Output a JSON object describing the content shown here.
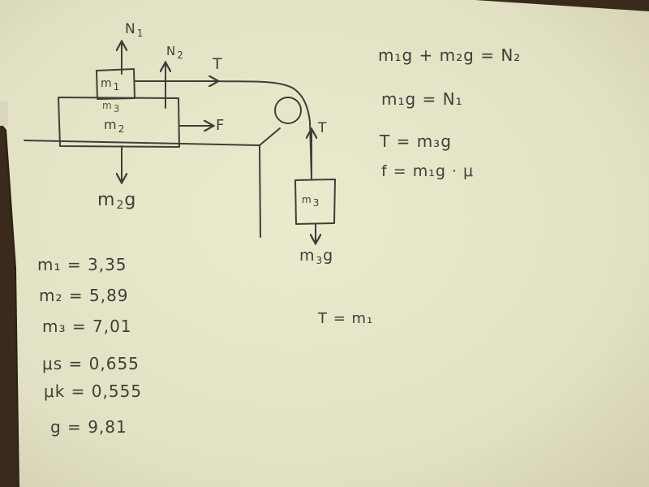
{
  "diagram": {
    "forces": {
      "n1": {
        "sym": "N",
        "idx": "1"
      },
      "n2": {
        "sym": "N",
        "idx": "2"
      },
      "t_top": "T",
      "t_side": "T",
      "f": "F",
      "m2g": {
        "m": "m",
        "idx": "2",
        "g": "g"
      },
      "m3g": {
        "m": "m",
        "idx": "3",
        "g": "g"
      }
    },
    "blocks": {
      "m1": {
        "m": "m",
        "idx": "1"
      },
      "m2": {
        "m": "m",
        "idx": "2"
      },
      "m3": {
        "m": "m",
        "idx": "3"
      },
      "m3_scribble": {
        "m": "m",
        "idx": "3"
      }
    }
  },
  "equations": [
    {
      "text": "m₁g + m₂g = N₂"
    },
    {
      "text": "m₁g = N₁"
    },
    {
      "text": "T = m₃g"
    },
    {
      "text": "f = m₁g · μ"
    }
  ],
  "partial_equation": "T = m₁",
  "given_values": [
    {
      "label": "m₁",
      "value": "3,35"
    },
    {
      "label": "m₂",
      "value": "5,89"
    },
    {
      "label": "m₃",
      "value": "7,01"
    },
    {
      "label": "μs",
      "value": "0,655"
    },
    {
      "label": "μk",
      "value": "0,555"
    },
    {
      "label": "g",
      "value": "9,81"
    }
  ],
  "colors": {
    "paper": "#e7e5c8",
    "paper_shadow": "#cfcdb0",
    "ink": "#3e3f38",
    "backdrop": "#3a2a1c"
  }
}
